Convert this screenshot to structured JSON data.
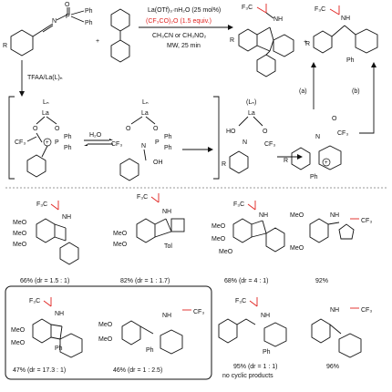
{
  "conditions": {
    "line1": "La(OTf)₃·nH₂O (25 mol%)",
    "line2": "(CF₃CO)₂O (1.5 equiv.)",
    "line3": "CH₃CN or CH₃NO₂",
    "line4": "MW, 25 min"
  },
  "side_reagent": "TFAA/La(L)ₙ",
  "water": "H₂O",
  "path_a": "(a)",
  "path_b": "(b)",
  "labels": {
    "cf3co": "F₃C",
    "nh": "NH",
    "meo": "MeO",
    "ph": "Ph",
    "tol": "Tol",
    "ln": "Lₙ",
    "la": "La",
    "lnp": "(Lₙ)",
    "o": "O",
    "ho": "HO",
    "oh": "OH",
    "n": "N",
    "p": "P",
    "plus": "+",
    "pph": "Ph",
    "cf3": "CF₃",
    "r": "R"
  },
  "products": [
    {
      "yield": "66% (dr = 1.5 : 1)"
    },
    {
      "yield": "82% (dr = 1 : 1.7)"
    },
    {
      "yield": "68% (dr = 4 : 1)"
    },
    {
      "yield": "92%"
    },
    {
      "yield": "47% (dr = 17.3 : 1)"
    },
    {
      "yield": "46% (dr = 1 : 2.5)"
    },
    {
      "yield": "95% (dr = 1 : 1)"
    },
    {
      "yield": "96%"
    }
  ],
  "note": "no cyclic products",
  "colors": {
    "accent": "#e0221f",
    "ink": "#111111"
  }
}
